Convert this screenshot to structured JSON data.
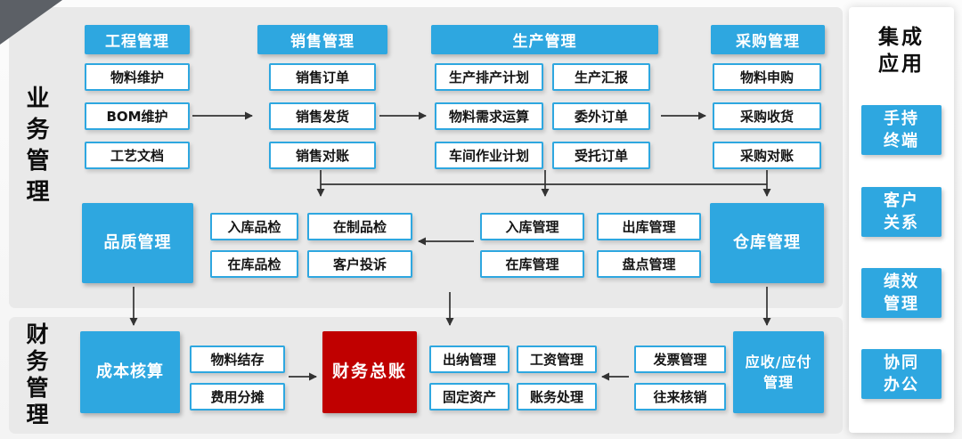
{
  "page": {
    "left_label_business": "业务管理",
    "left_label_finance": "财务管理"
  },
  "columns": {
    "engineering": {
      "header": "工程管理",
      "items": [
        "物料维护",
        "BOM维护",
        "工艺文档"
      ]
    },
    "sales": {
      "header": "销售管理",
      "items": [
        "销售订单",
        "销售发货",
        "销售对账"
      ]
    },
    "production": {
      "header": "生产管理",
      "left_items": [
        "生产排产计划",
        "物料需求运算",
        "车间作业计划"
      ],
      "right_items": [
        "生产汇报",
        "委外订单",
        "受托订单"
      ]
    },
    "purchase": {
      "header": "采购管理",
      "items": [
        "物料申购",
        "采购收货",
        "采购对账"
      ]
    }
  },
  "middle": {
    "quality_box": "品质管理",
    "quality_items": [
      "入库品检",
      "在制品检",
      "在库品检",
      "客户投诉"
    ],
    "warehouse_items": [
      "入库管理",
      "出库管理",
      "在库管理",
      "盘点管理"
    ],
    "warehouse_box": "仓库管理"
  },
  "finance": {
    "cost_box": "成本核算",
    "cost_items": [
      "物料结存",
      "费用分摊"
    ],
    "ledger_box": "财务总账",
    "ledger_items": [
      "出纳管理",
      "工资管理",
      "固定资产",
      "账务处理"
    ],
    "invoice_items": [
      "发票管理",
      "往来核销"
    ],
    "receivable_box": "应收/应付\n管理"
  },
  "integration": {
    "title": "集成\n应用",
    "items": [
      "手持\n终端",
      "客户\n关系",
      "绩效\n管理",
      "协同\n办公"
    ]
  },
  "colors": {
    "accent_blue": "#2ea7e0",
    "accent_red": "#c00000",
    "arrow": "#333333",
    "panel_gray": "#e9e9e9"
  }
}
